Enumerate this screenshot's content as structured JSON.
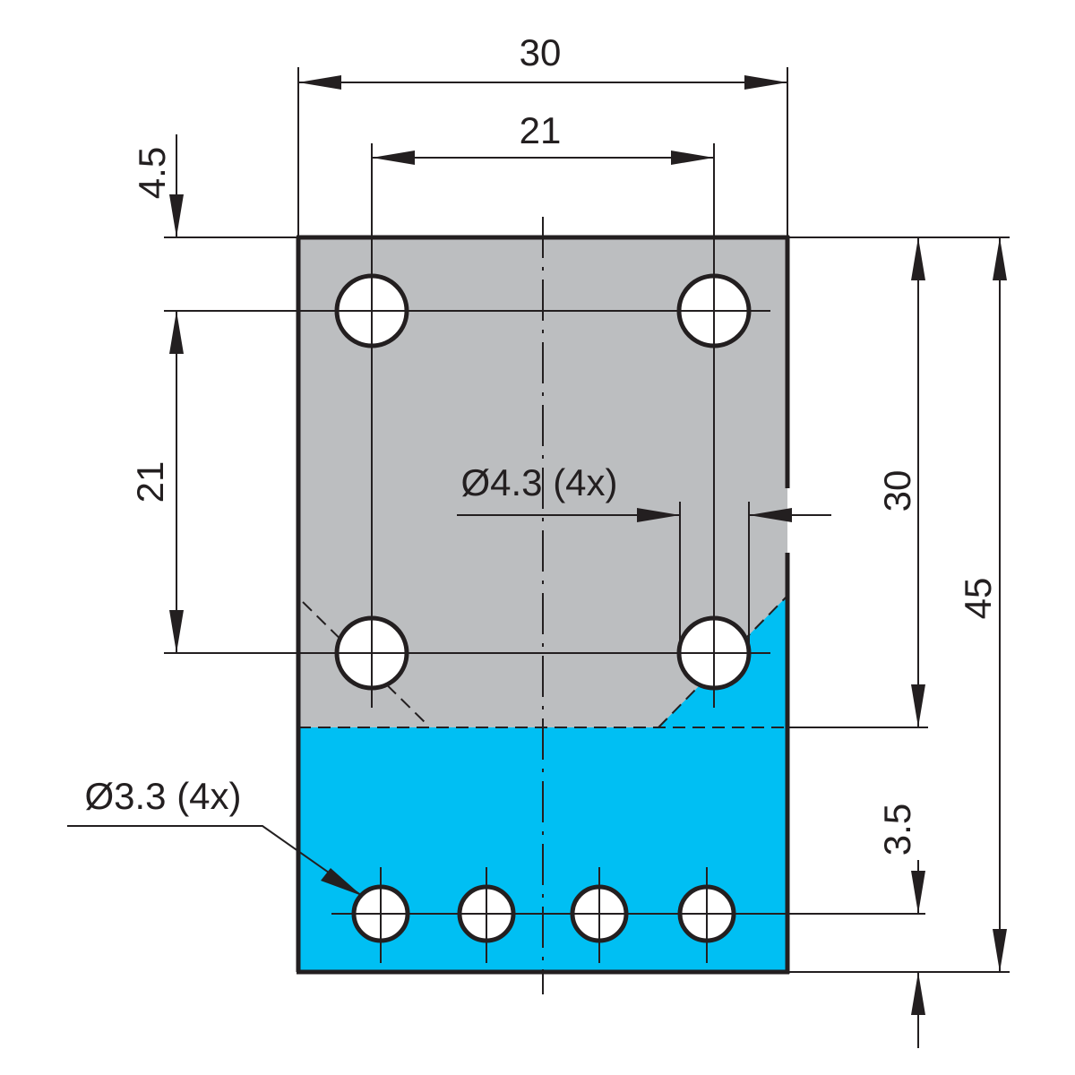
{
  "colors": {
    "plate_upper": "#bcbec0",
    "plate_lower": "#00bff3",
    "line": "#231f20",
    "hole_fill": "#ffffff"
  },
  "dimensions": {
    "overall_width": "30",
    "hole_spacing_horizontal": "21",
    "top_offset": "4.5",
    "hole_spacing_vertical": "21",
    "upper_section_height": "30",
    "overall_height": "45",
    "bottom_offset": "3.5",
    "large_hole_callout": "Ø4.3 (4x)",
    "small_hole_callout": "Ø3.3 (4x)"
  }
}
